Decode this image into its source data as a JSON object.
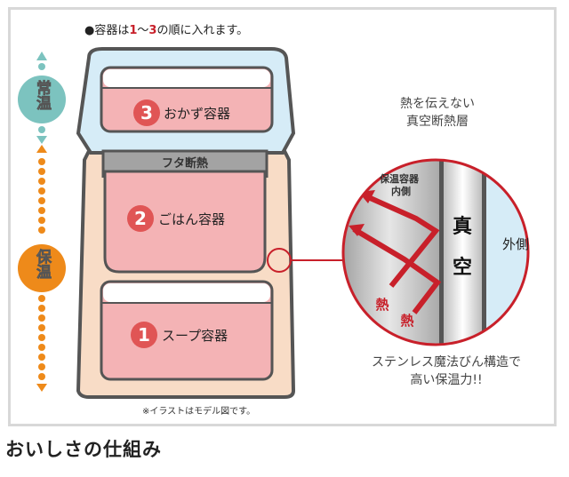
{
  "note": {
    "prefix": "●容器は",
    "from": "1",
    "sep": "～",
    "to": "3",
    "suffix": "の順に入れます。"
  },
  "scale": {
    "room_temp": "常温",
    "keep_warm": "保温"
  },
  "containers": [
    {
      "number": "3",
      "label": "おかず容器"
    },
    {
      "number": "2",
      "label": "ごはん容器"
    },
    {
      "number": "1",
      "label": "スープ容器"
    }
  ],
  "lid_label": "フタ断熱",
  "caption": "※イラストはモデル図です。",
  "detail": {
    "heading_line1": "熱を伝えない",
    "heading_line2": "真空断熱層",
    "inner_line1": "保温容器",
    "inner_line2": "内側",
    "vacuum_1": "真",
    "vacuum_2": "空",
    "outside": "外側",
    "heat": "熱",
    "footer_line1": "ステンレス魔法びん構造で",
    "footer_line2": "高い保温力!!"
  },
  "title": "おいしさの仕組み",
  "colors": {
    "red": "#c8202a",
    "teal": "#7cc3bf",
    "orange": "#ee8a1a",
    "pink": "#f4b3b5",
    "peach": "#f8dcc6",
    "light_blue": "#d6ecf7"
  }
}
